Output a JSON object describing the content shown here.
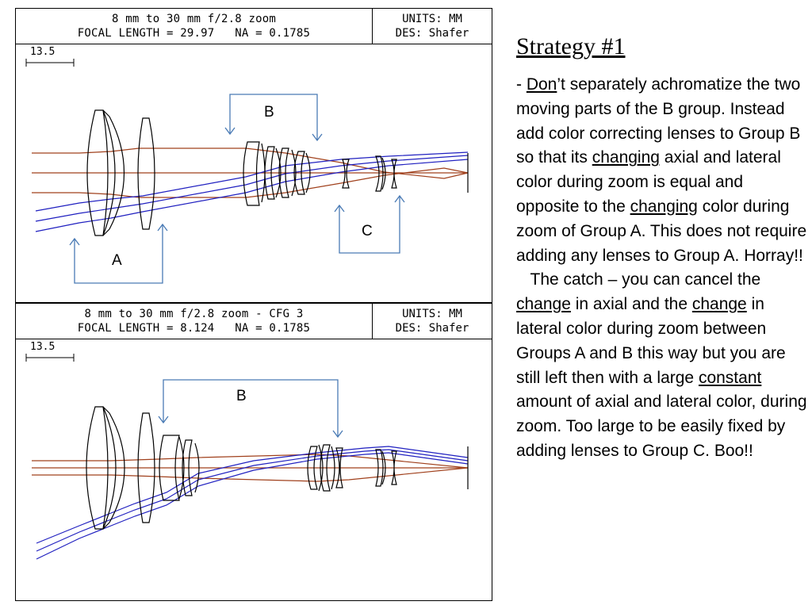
{
  "top_panel": {
    "title_line1": "8 mm to 30 mm f/2.8 zoom",
    "title_line2": "FOCAL LENGTH = 29.97   NA = 0.1785",
    "units": "UNITS: MM",
    "designer": "DES: Shafer",
    "scale": "13.5",
    "group_a": "A",
    "group_b": "B",
    "group_c": "C"
  },
  "bottom_panel": {
    "title_line1": "8 mm to 30 mm f/2.8 zoom - CFG 3",
    "title_line2": "FOCAL LENGTH = 8.124   NA = 0.1785",
    "units": "UNITS: MM",
    "designer": "DES: Shafer",
    "scale": "13.5",
    "group_b": "B"
  },
  "colors": {
    "axial_ray": "#a0401c",
    "chief_ray": "#2020c0",
    "bracket": "#4a7bb5",
    "lens": "#000000"
  },
  "text_panel": {
    "title": "Strategy #1",
    "p1_a": " - ",
    "p1_b": "Don",
    "p1_c": "’t separately achromatize the two moving parts of the B group.  Instead add color correcting lenses to Group B so that its ",
    "p1_d": "changing",
    "p1_e": " axial and lateral color during zoom is equal and opposite to the ",
    "p1_f": "changing",
    "p1_g": " color during zoom of Group A.   This does not require adding any lenses to Group A.   Horray!!",
    "p2_a": "   The catch – you can cancel the ",
    "p2_b": "change",
    "p2_c": " in axial and the ",
    "p2_d": "change",
    "p2_e": " in lateral color during zoom between Groups A and B this way but you are still left then with a large ",
    "p2_f": "constant",
    "p2_g": " amount of axial and lateral color, during zoom.  Too large to be easily fixed by adding lenses to Group C.  Boo!!"
  }
}
